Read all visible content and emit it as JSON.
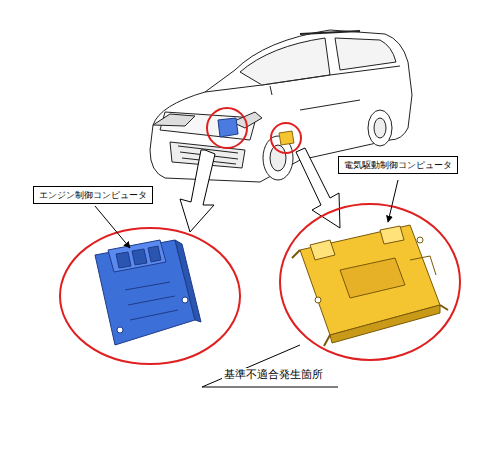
{
  "diagram": {
    "nodes": [
      {
        "text": [
          "エンジン制御コンピュータ"
        ]
      },
      {
        "text": [
          "電気駆動制御コンピュータ"
        ]
      }
    ],
    "labels": [
      "基準不適合発生箇所"
    ]
  }
}
